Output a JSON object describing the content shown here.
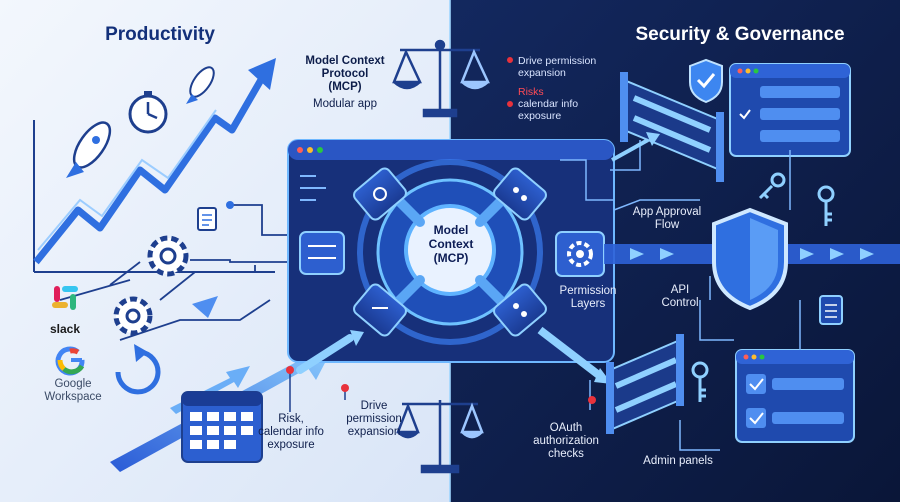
{
  "left_title": "Productivity",
  "right_title": "Security & Governance",
  "mcp_protocol_label": "Model Context\nProtocol\n(MCP)",
  "modular_app_label": "Modular app",
  "top_risks": {
    "drive": "Drive permission\nexpansion",
    "risks_heading": "Risks",
    "calendar": "calendar info\nexposure"
  },
  "center_label": "Model\nContext\n(MCP)",
  "app_approval_label": "App Approval\nFlow",
  "permission_layers_label": "Permission\nLayers",
  "api_control_label": "API\nControl",
  "oauth_label": "OAuth\nauthorization\nchecks",
  "admin_panels_label": "Admin panels",
  "bottom_risk_label": "Risk,\ncalendar info\nexposure",
  "bottom_drive_label": "Drive\npermission\nexpansion",
  "integrations": {
    "slack": "slack",
    "google_workspace": "Google\nWorkspace"
  },
  "colors": {
    "left_bg": "#e9f0fb",
    "right_bg": "#0e1d45",
    "accent_blue": "#2f6fe0",
    "glow_blue": "#5fb3ff",
    "risk_red": "#e8323c"
  }
}
